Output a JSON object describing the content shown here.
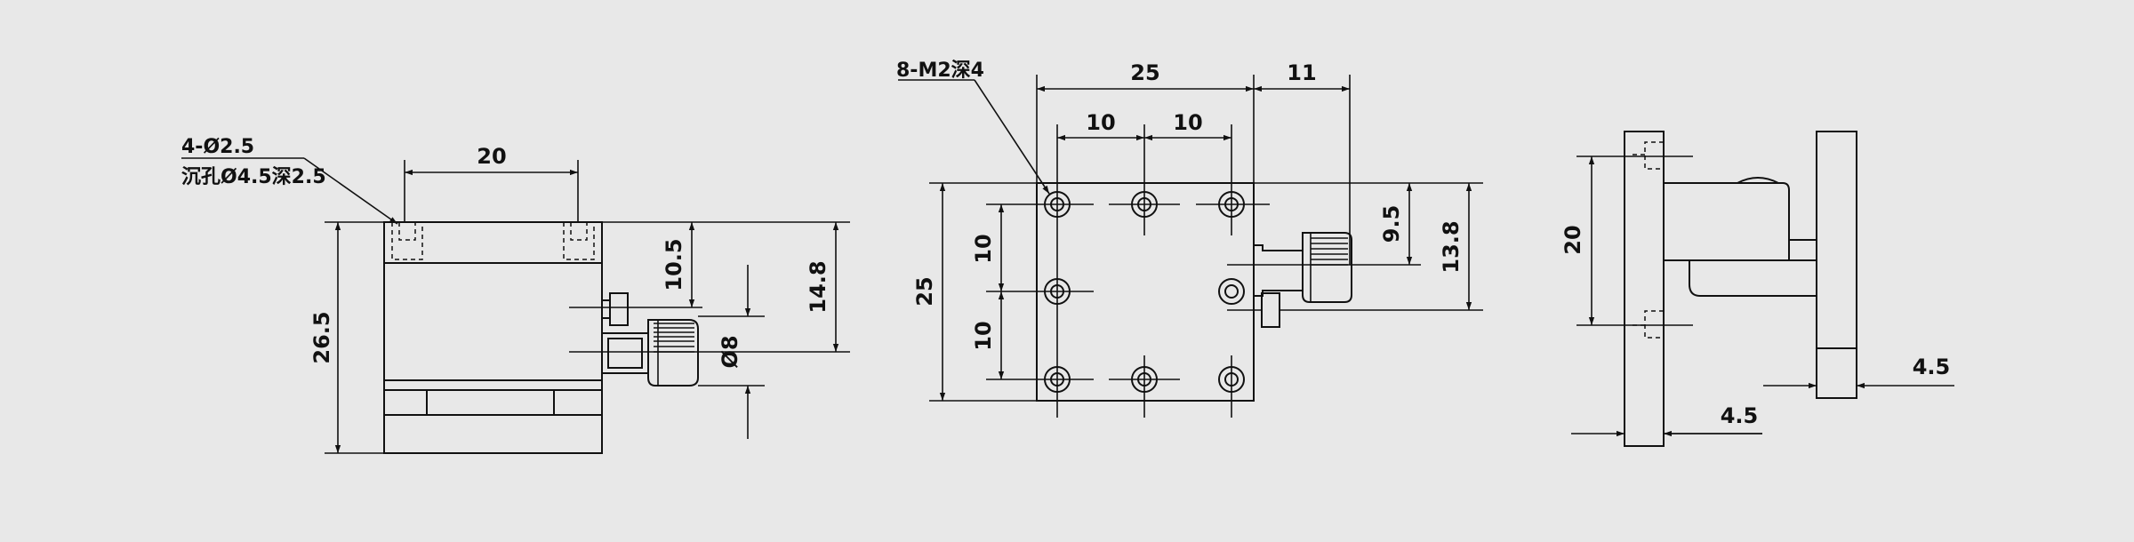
{
  "front_view": {
    "hole_callout_line1": "4-Ø2.5",
    "hole_callout_line2": "沉孔Ø4.5深2.5",
    "dim_width": "20",
    "dim_height": "26.5",
    "dim_rise": "10.5",
    "dim_total": "14.8",
    "dim_knob_dia": "Ø8"
  },
  "top_view": {
    "thread_callout": "8-M2深4",
    "dim_width": "25",
    "dim_knob_offset": "11",
    "dim_pitch_x1": "10",
    "dim_pitch_x2": "10",
    "dim_height": "25",
    "dim_pitch_y1": "10",
    "dim_pitch_y2": "10",
    "dim_knob_y1": "9.5",
    "dim_knob_y2": "13.8"
  },
  "side_view": {
    "dim_height": "20",
    "dim_thick_left": "4.5",
    "dim_thick_right": "4.5"
  }
}
